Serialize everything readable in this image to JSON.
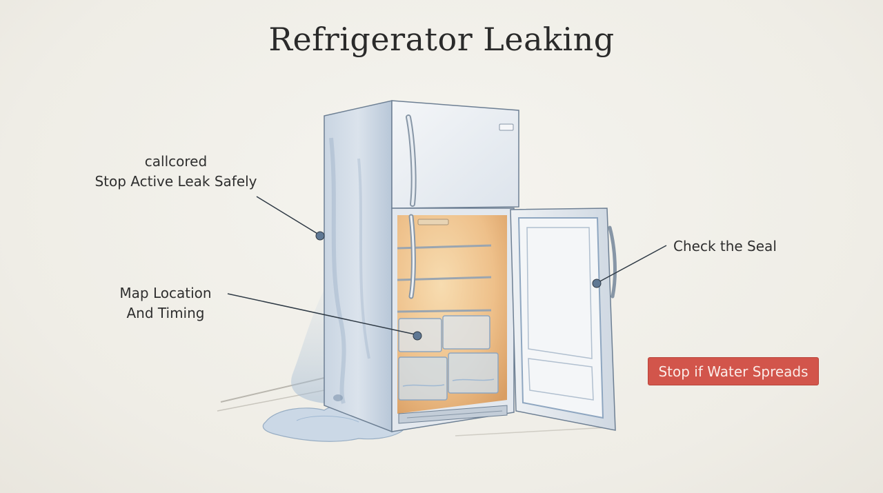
{
  "title": "Refrigerator Leaking",
  "callouts": {
    "leak": {
      "line1": "callcored",
      "line2": "Stop Active Leak Safely"
    },
    "map": {
      "line1": "Map Location",
      "line2": "And Timing"
    },
    "seal": {
      "label": "Check the Seal"
    }
  },
  "warning": {
    "label": "Stop if Water Spreads",
    "color": "#d2554b"
  },
  "colors": {
    "background": "#f1efe9",
    "fridge_body": "#dfe5ec",
    "interior_glow": "#f2c48a",
    "water": "#9fb8d2",
    "leader_line": "#2f3a45",
    "marker": "#5f7894"
  }
}
